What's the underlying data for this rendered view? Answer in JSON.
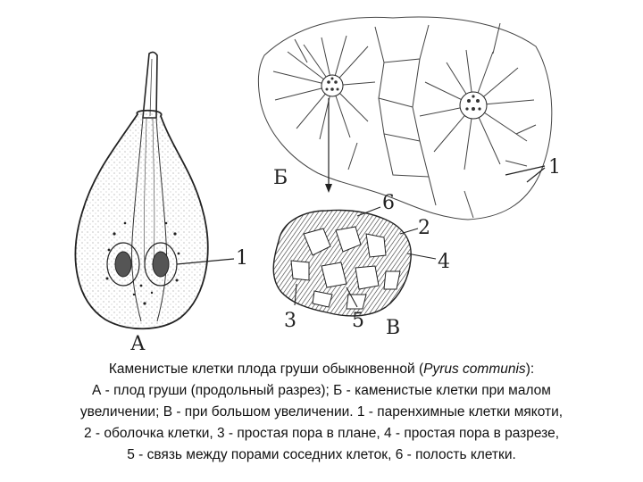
{
  "labels": {
    "a": "А",
    "b": "Б",
    "v": "В",
    "n1_pear": "1",
    "n1_cells": "1",
    "n2": "2",
    "n3": "3",
    "n4": "4",
    "n5": "5",
    "n6": "6"
  },
  "caption": {
    "line1_prefix": "Каменистые клетки плода груши обыкновенной (",
    "line1_latin": "Pyrus communis",
    "line1_suffix": "):",
    "line2": "А - плод груши (продольный разрез); Б - каменистые клетки при малом",
    "line3": "увеличении; В - при большом увеличении. 1 - паренхимные клетки мякоти,",
    "line4": "2 - оболочка клетки, 3 - простая пора в плане, 4 - простая пора в разрезе,",
    "line5": "5 - связь между порами соседних клеток, 6 - полость клетки."
  }
}
